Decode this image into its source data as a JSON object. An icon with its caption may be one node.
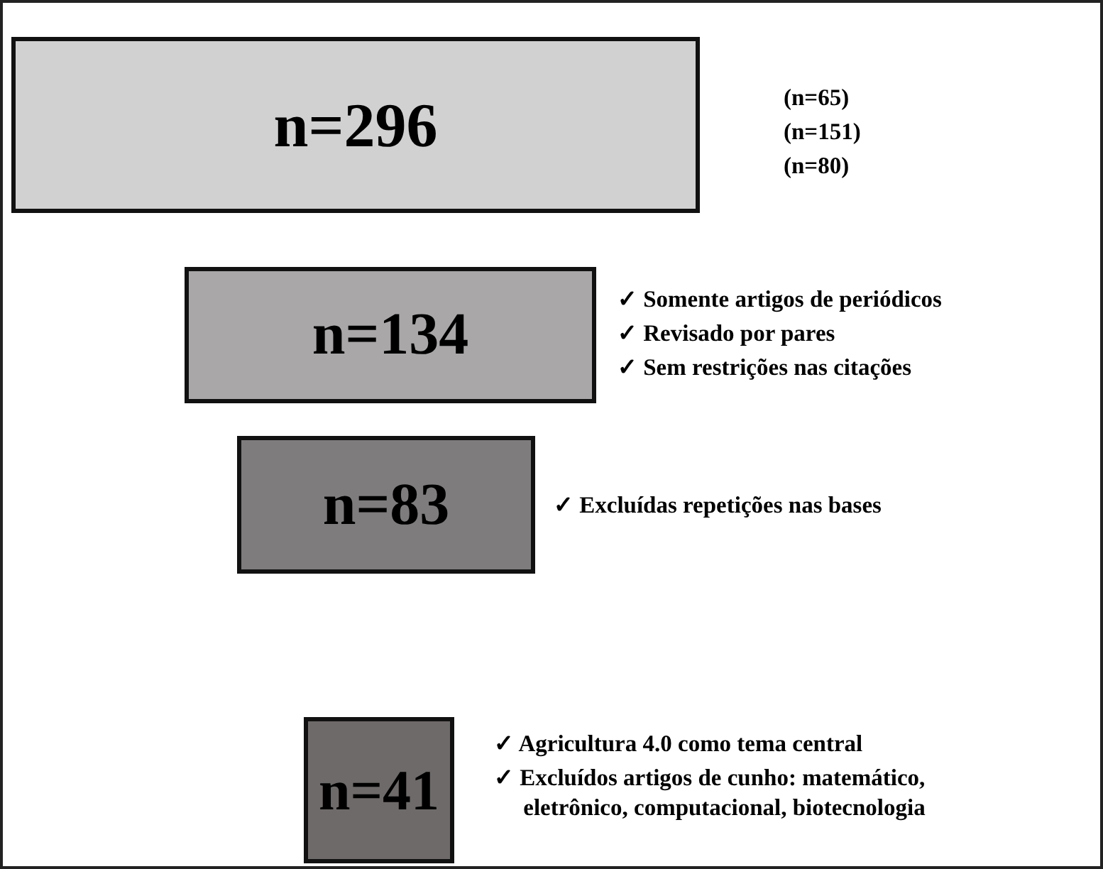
{
  "diagram": {
    "nodes": [
      {
        "text": [
          "n=296"
        ],
        "beside": [
          "(n=65)",
          "(n=151)",
          "(n=80)"
        ]
      },
      {
        "text": [
          "n=134"
        ],
        "beside": [
          "✓ Somente artigos de periódicos",
          "✓ Revisado por pares",
          "✓ Sem restrições nas citações"
        ]
      },
      {
        "text": [
          "n=83"
        ],
        "beside": [
          "✓ Excluídas repetições nas bases"
        ]
      },
      {
        "text": [
          "n=41"
        ],
        "beside": [
          "✓ Agricultura 4.0 como tema central",
          "✓ Excluídos artigos de cunho: matemático, eletrônico, computacional, biotecnologia"
        ]
      }
    ]
  }
}
